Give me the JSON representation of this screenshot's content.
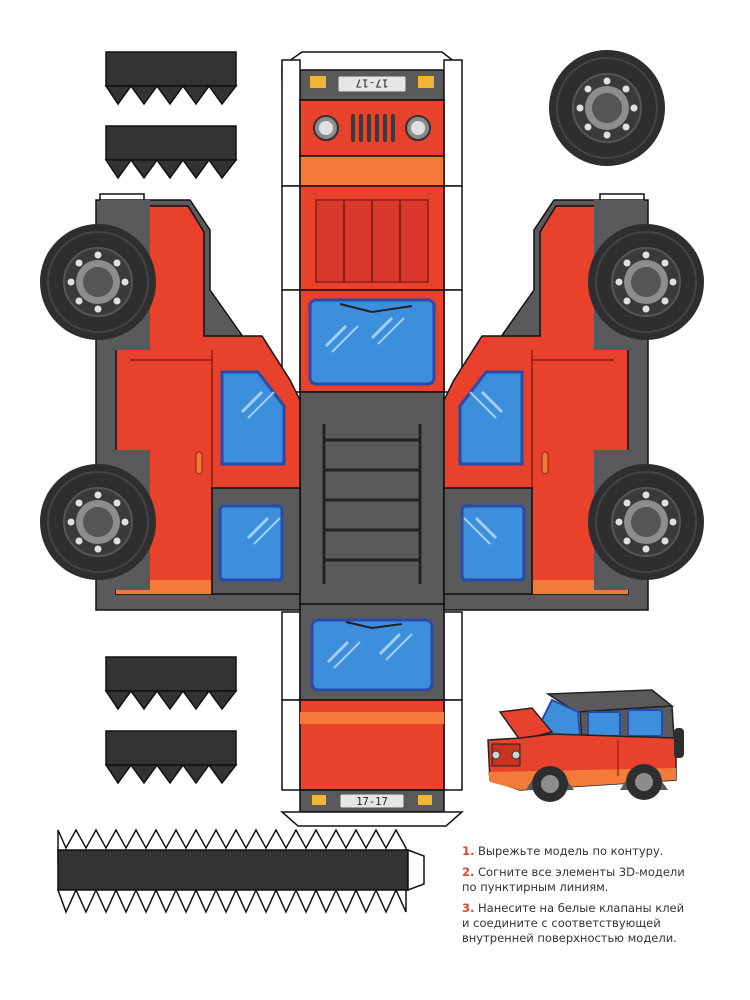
{
  "plates": {
    "top": "17-17",
    "bottom": "17-17"
  },
  "instructions": [
    {
      "num": "1.",
      "lines": [
        "Вырежьте модель по контуру."
      ]
    },
    {
      "num": "2.",
      "lines": [
        "Согните все элементы 3D-модели",
        "по пунктирным линиям."
      ]
    },
    {
      "num": "3.",
      "lines": [
        "Нанесите на белые клапаны клей",
        "и соедините с соответствующей",
        "внутренней поверхностью модели."
      ]
    }
  ],
  "colors": {
    "body_red": "#e8412c",
    "stripe_orange": "#f47a3a",
    "dark_gray": "#4a4a4c",
    "mid_gray": "#6a6a6d",
    "roof_gray": "#5a5a5c",
    "window_blue": "#3d8fdc",
    "window_frame": "#2a4aa8",
    "headlight_yellow": "#f2b533",
    "tire_black": "#2e2e30"
  },
  "icons": [
    "wheel-icon",
    "spike-strip-icon",
    "car-preview-icon"
  ]
}
